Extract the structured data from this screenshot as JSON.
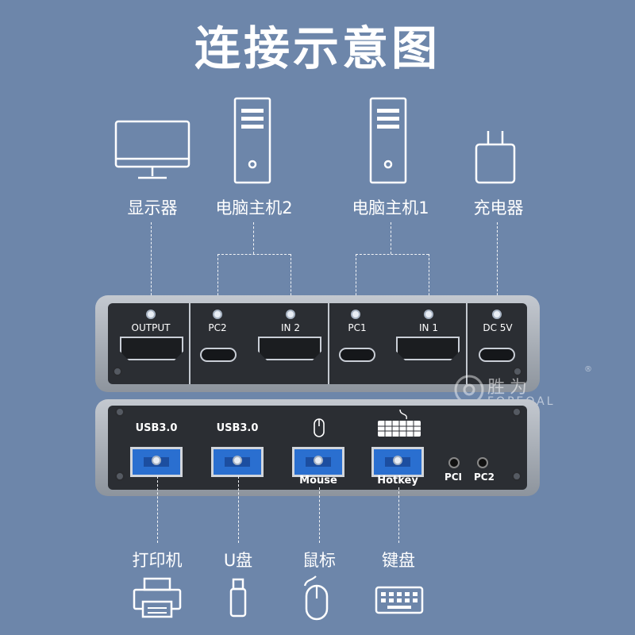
{
  "title": "连接示意图",
  "devices_top": {
    "monitor": "显示器",
    "pc2": "电脑主机2",
    "pc1": "电脑主机1",
    "charger": "充电器"
  },
  "back_panel": {
    "output": "OUTPUT",
    "pc2": "PC2",
    "in2": "IN 2",
    "pc1": "PC1",
    "in1": "IN 1",
    "dc": "DC 5V"
  },
  "watermark": {
    "cn": "胜为",
    "en": "FOPEOAL",
    "reg": "®"
  },
  "front_panel": {
    "usb1": "USB3.0",
    "usb2": "USB3.0",
    "mouse": "Mouse",
    "hotkey": "Hotkey",
    "led1": "PCI",
    "led2": "PC2"
  },
  "devices_bottom": {
    "printer": "打印机",
    "udisk": "U盘",
    "mouse": "鼠标",
    "keyboard": "键盘"
  },
  "icons": [
    "monitor-icon",
    "computer-tower-icon",
    "charger-icon",
    "printer-icon",
    "usb-drive-icon",
    "mouse-icon",
    "keyboard-icon"
  ],
  "colors": {
    "background": "#6d86aa",
    "usb_port": "#2a6fd0",
    "panel": "#2b2e33"
  }
}
